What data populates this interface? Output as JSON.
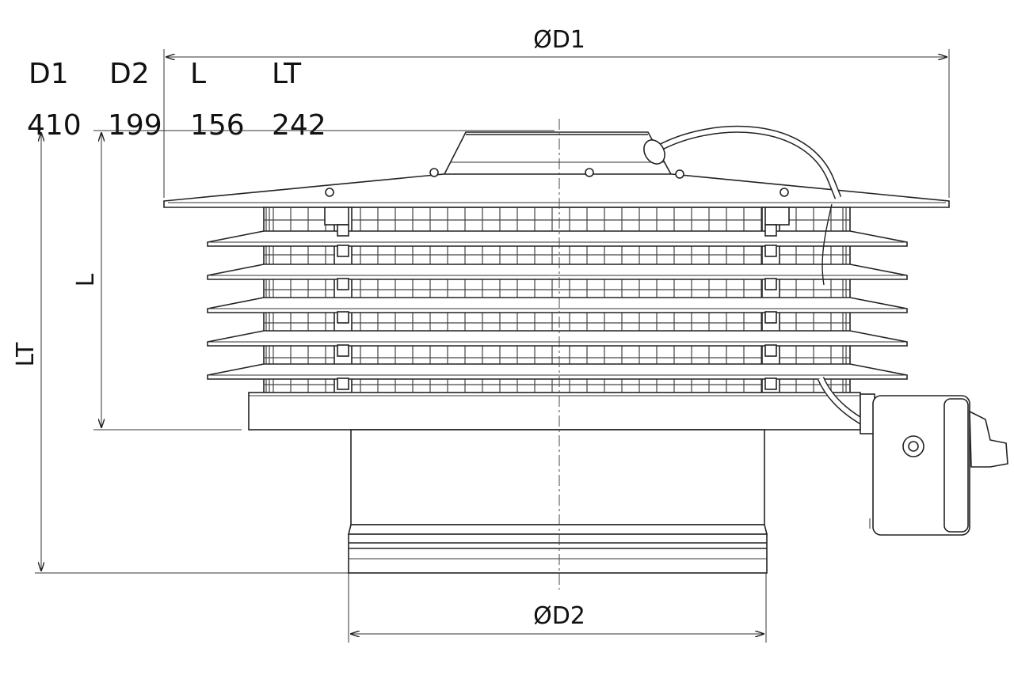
{
  "table": {
    "headers": [
      "D1",
      "D2",
      "L",
      "LT"
    ],
    "values": [
      "410",
      "199",
      "156",
      "242"
    ]
  },
  "dimensions": {
    "d1": "ØD1",
    "d2": "ØD2",
    "l": "L",
    "lt": "LT"
  },
  "colors": {
    "line": "#222222",
    "background": "#ffffff"
  }
}
